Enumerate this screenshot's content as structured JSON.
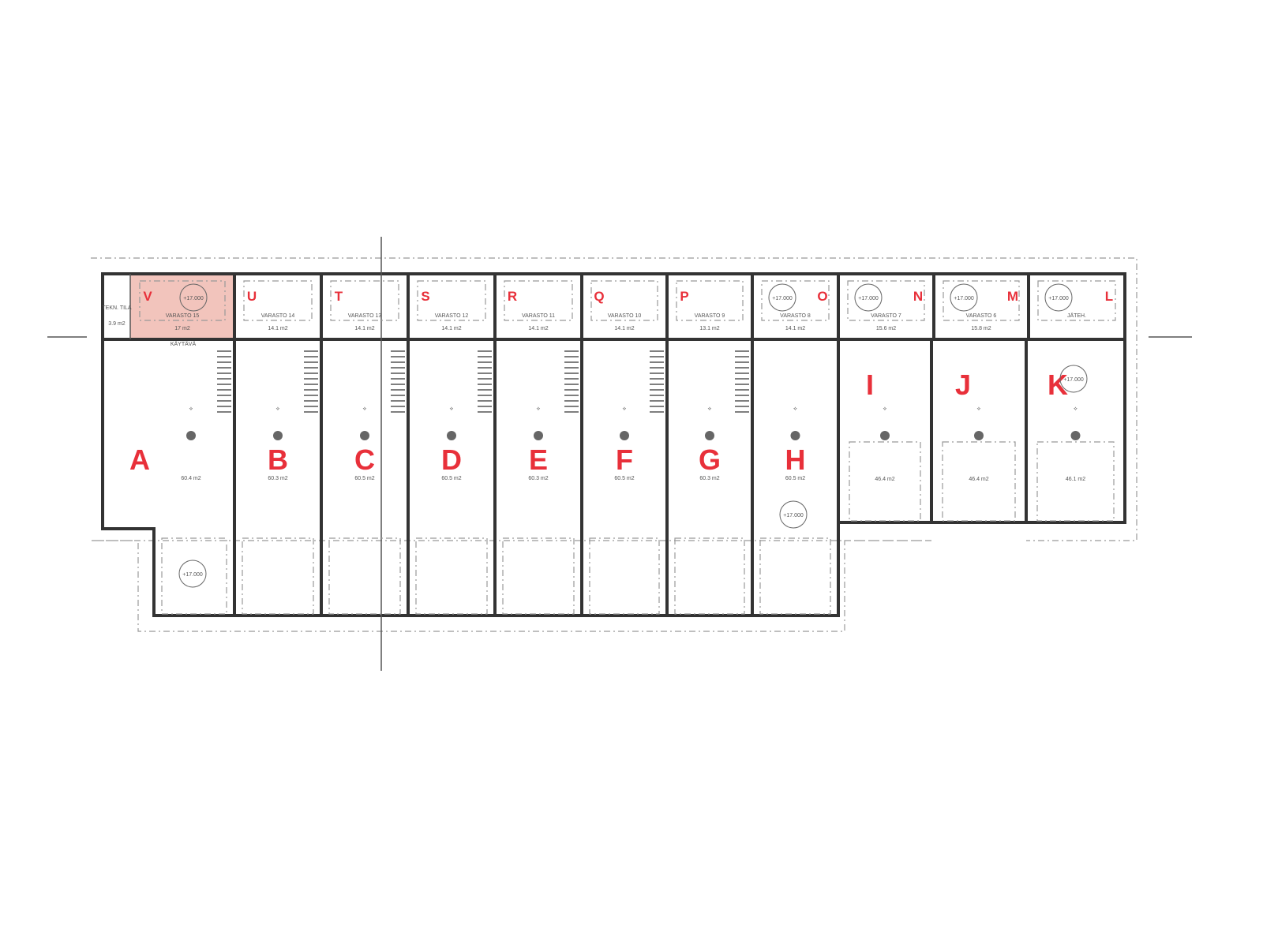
{
  "plan": {
    "highlight_color": "#f2c4bc",
    "label_color": "#e8303a",
    "elevation": "+17.000",
    "small_room": {
      "name": "TEKN. TILA",
      "area": "3.9 m2"
    },
    "corridor_label": "KÄYTÄVÄ",
    "storage_units": [
      {
        "letter": "V",
        "name": "VARASTO 15",
        "area": "17 m2",
        "highlighted": true,
        "elevation": true
      },
      {
        "letter": "U",
        "name": "VARASTO 14",
        "area": "14.1 m2"
      },
      {
        "letter": "T",
        "name": "VARASTO 13",
        "area": "14.1 m2"
      },
      {
        "letter": "S",
        "name": "VARASTO 12",
        "area": "14.1 m2"
      },
      {
        "letter": "R",
        "name": "VARASTO 11",
        "area": "14.1 m2"
      },
      {
        "letter": "Q",
        "name": "VARASTO 10",
        "area": "14.1 m2"
      },
      {
        "letter": "P",
        "name": "VARASTO 9",
        "area": "13.1 m2"
      },
      {
        "letter": "O",
        "name": "VARASTO 8",
        "area": "14.1 m2",
        "elevation": true
      },
      {
        "letter": "N",
        "name": "VARASTO 7",
        "area": "15.6 m2",
        "elevation": true
      },
      {
        "letter": "M",
        "name": "VARASTO 6",
        "area": "15.8 m2",
        "elevation": true
      },
      {
        "letter": "L",
        "name": "JÄTEH.",
        "area": "",
        "elevation": true
      }
    ],
    "main_units": [
      {
        "letter": "A",
        "area": "60.4 m2",
        "elevation": true
      },
      {
        "letter": "B",
        "area": "60.3 m2"
      },
      {
        "letter": "C",
        "area": "60.5 m2"
      },
      {
        "letter": "D",
        "area": "60.5 m2"
      },
      {
        "letter": "E",
        "area": "60.3 m2"
      },
      {
        "letter": "F",
        "area": "60.5 m2"
      },
      {
        "letter": "G",
        "area": "60.3 m2"
      },
      {
        "letter": "H",
        "area": "60.5 m2",
        "elevation": true
      },
      {
        "letter": "I",
        "area": "46.4 m2"
      },
      {
        "letter": "J",
        "area": "46.4 m2"
      },
      {
        "letter": "K",
        "area": "46.1 m2",
        "elevation": true
      }
    ]
  }
}
